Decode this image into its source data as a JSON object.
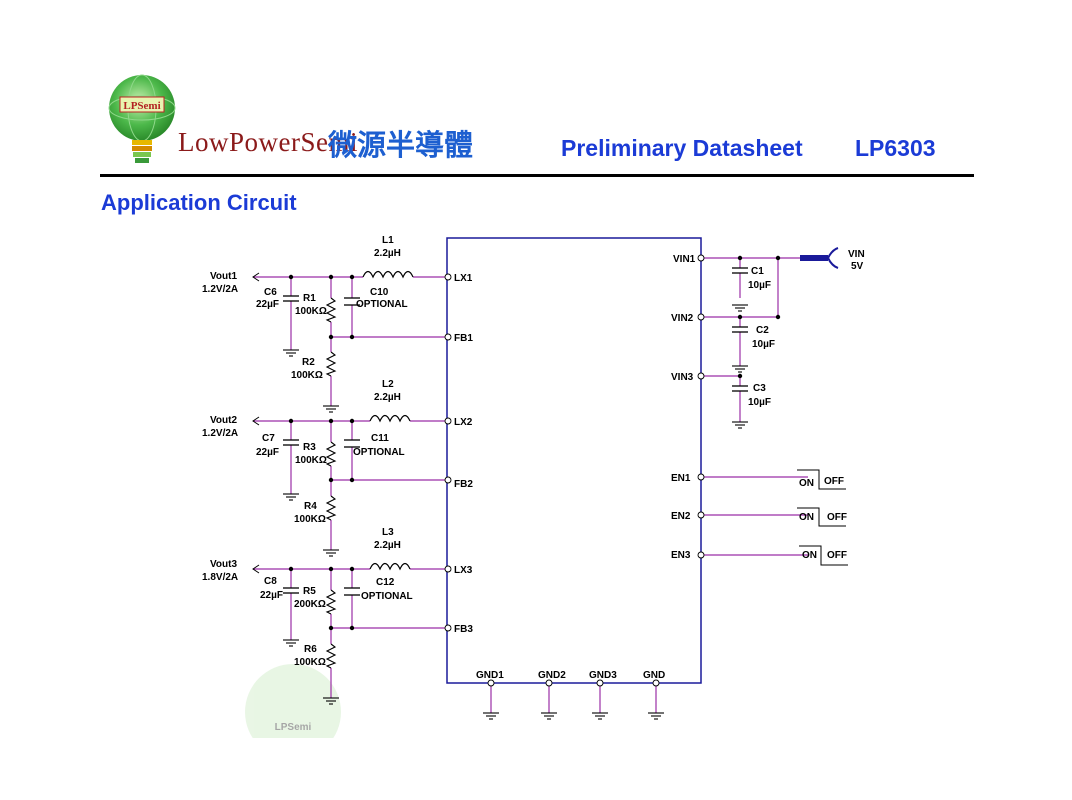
{
  "header": {
    "logo_text": "LPSemi",
    "company_name": "LowPowerSemi",
    "company_name_cjk": "微源半導體",
    "doc_title": "Preliminary Datasheet",
    "part_number": "LP6303"
  },
  "section_title": "Application Circuit",
  "watermark": "LPSemi",
  "colors": {
    "wire": "#9b2fa6",
    "chip_outline": "#1a1a9a",
    "heading": "#1b3bd6",
    "brand": "#8b1a1a",
    "logo_green": "#3fb43f"
  },
  "chip": {
    "left_pins": [
      "LX1",
      "FB1",
      "LX2",
      "FB2",
      "LX3",
      "FB3"
    ],
    "right_pins": [
      "VIN1",
      "VIN2",
      "VIN3",
      "EN1",
      "EN2",
      "EN3"
    ],
    "bottom_pins": [
      "GND1",
      "GND2",
      "GND3",
      "GND"
    ]
  },
  "outputs": [
    {
      "name": "Vout1",
      "rating": "1.2V/2A"
    },
    {
      "name": "Vout2",
      "rating": "1.2V/2A"
    },
    {
      "name": "Vout3",
      "rating": "1.8V/2A"
    }
  ],
  "inductors": [
    {
      "ref": "L1",
      "value": "2.2µH"
    },
    {
      "ref": "L2",
      "value": "2.2µH"
    },
    {
      "ref": "L3",
      "value": "2.2µH"
    }
  ],
  "out_caps": [
    {
      "ref": "C6",
      "value": "22µF"
    },
    {
      "ref": "C7",
      "value": "22µF"
    },
    {
      "ref": "C8",
      "value": "22µF"
    }
  ],
  "ff_caps": [
    {
      "ref": "C10",
      "value": "OPTIONAL"
    },
    {
      "ref": "C11",
      "value": "OPTIONAL"
    },
    {
      "ref": "C12",
      "value": "OPTIONAL"
    }
  ],
  "resistors": [
    {
      "ref": "R1",
      "value": "100KΩ"
    },
    {
      "ref": "R2",
      "value": "100KΩ"
    },
    {
      "ref": "R3",
      "value": "100KΩ"
    },
    {
      "ref": "R4",
      "value": "100KΩ"
    },
    {
      "ref": "R5",
      "value": "200KΩ"
    },
    {
      "ref": "R6",
      "value": "100KΩ"
    }
  ],
  "input_caps": [
    {
      "ref": "C1",
      "value": "10µF"
    },
    {
      "ref": "C2",
      "value": "10µF"
    },
    {
      "ref": "C3",
      "value": "10µF"
    }
  ],
  "vin": {
    "name": "VIN",
    "value": "5V"
  },
  "switch": {
    "on": "ON",
    "off": "OFF"
  }
}
